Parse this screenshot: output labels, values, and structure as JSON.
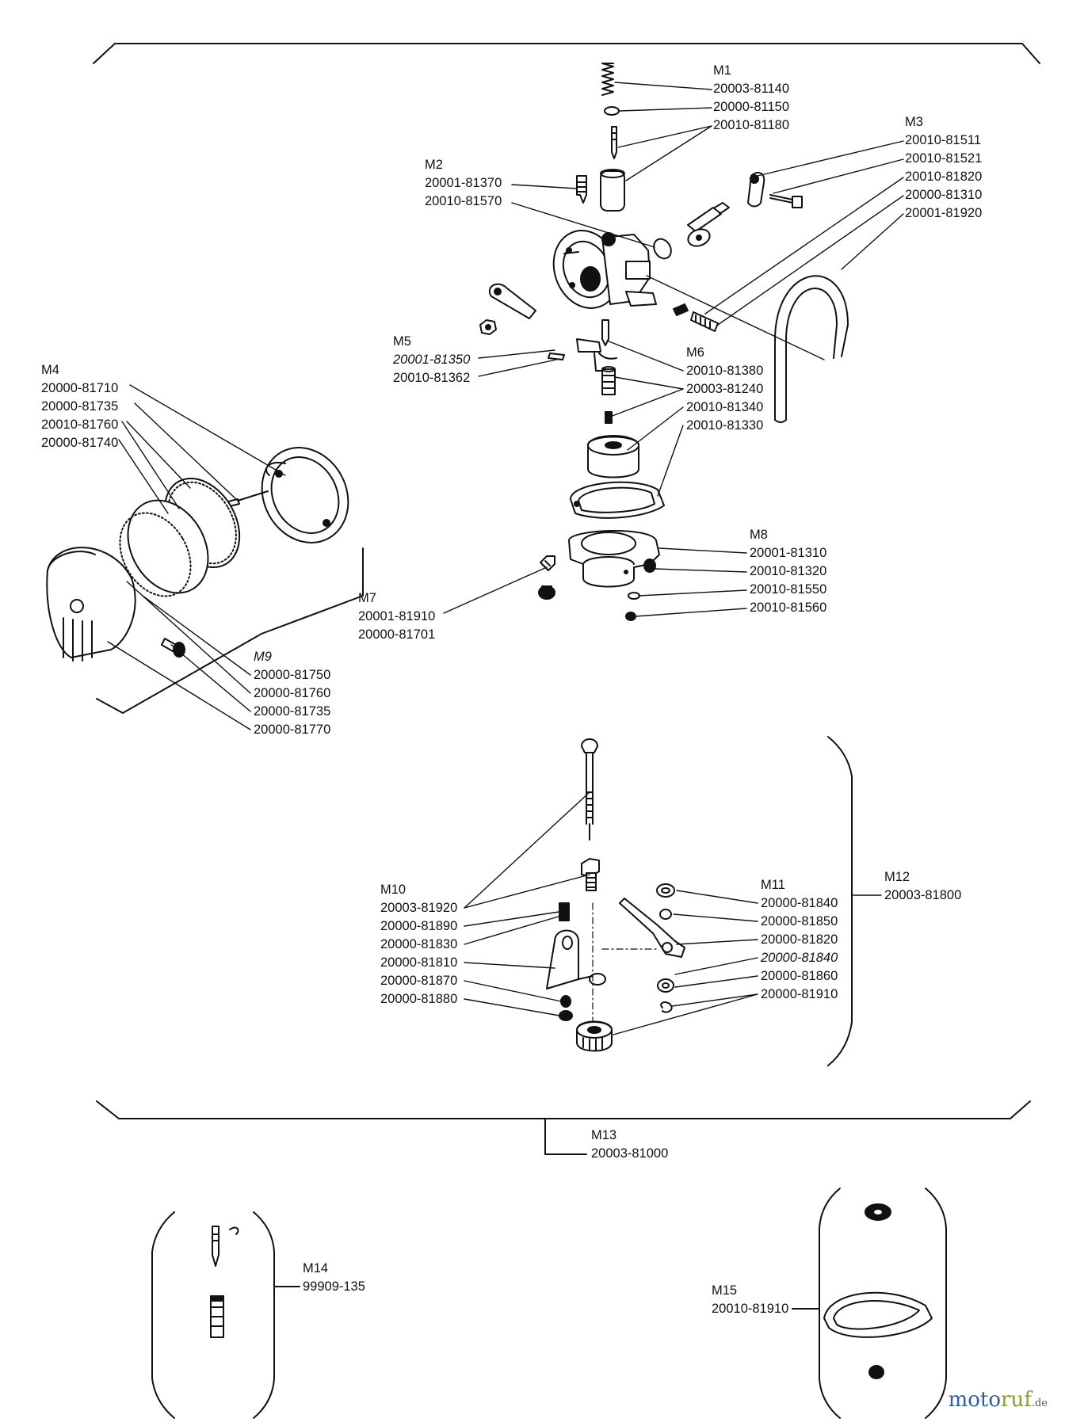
{
  "groups": [
    {
      "id": "M1",
      "parts": [
        "20003-81140",
        "20000-81150",
        "20010-81180"
      ]
    },
    {
      "id": "M2",
      "parts": [
        "20001-81370",
        "20010-81570"
      ]
    },
    {
      "id": "M3",
      "parts": [
        "20010-81511",
        "20010-81521",
        "20010-81820",
        "20000-81310",
        "20001-81920"
      ]
    },
    {
      "id": "M4",
      "parts": [
        "20000-81710",
        "20000-81735",
        "20010-81760",
        "20000-81740"
      ]
    },
    {
      "id": "M5",
      "parts": [
        "20001-81350",
        "20010-81362"
      ]
    },
    {
      "id": "M6",
      "parts": [
        "20010-81380",
        "20003-81240",
        "20010-81340",
        "20010-81330"
      ]
    },
    {
      "id": "M7",
      "parts": [
        "20001-81910",
        "20000-81701"
      ]
    },
    {
      "id": "M8",
      "parts": [
        "20001-81310",
        "20010-81320",
        "20010-81550",
        "20010-81560"
      ]
    },
    {
      "id": "M9",
      "parts": [
        "20000-81750",
        "20000-81760",
        "20000-81735",
        "20000-81770"
      ]
    },
    {
      "id": "M10",
      "parts": [
        "20003-81920",
        "20000-81890",
        "20000-81830",
        "20000-81810",
        "20000-81870",
        "20000-81880"
      ]
    },
    {
      "id": "M11",
      "parts": [
        "20000-81840",
        "20000-81850",
        "20000-81820",
        "20000-81840",
        "20000-81860",
        "20000-81910"
      ]
    },
    {
      "id": "M12",
      "parts": [
        "20003-81800"
      ]
    },
    {
      "id": "M13",
      "parts": [
        "20003-81000"
      ]
    },
    {
      "id": "M14",
      "parts": [
        "99909-135"
      ]
    },
    {
      "id": "M15",
      "parts": [
        "20010-81910"
      ]
    }
  ],
  "watermark": {
    "part1": "moto",
    "part2": "ruf",
    "part3": ".de"
  },
  "colors": {
    "ink": "#111111",
    "watermark_blue": "#2f5f9e",
    "watermark_green": "#8a9a3a"
  }
}
